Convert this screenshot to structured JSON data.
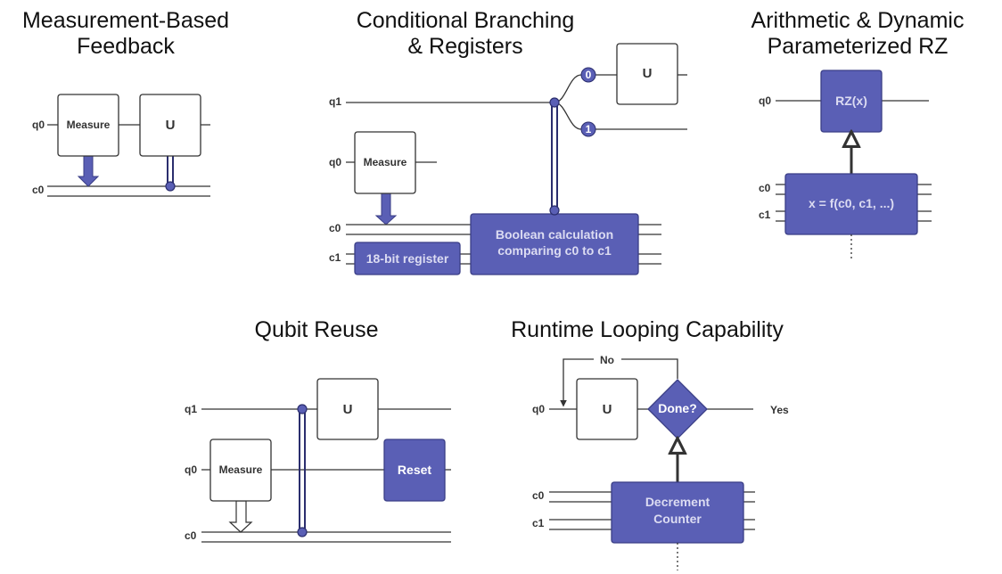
{
  "colors": {
    "accent": "#5a5fb5",
    "wire": "#333333",
    "background": "#ffffff"
  },
  "panels": {
    "feedback": {
      "title_line1": "Measurement-Based",
      "title_line2": "Feedback",
      "wire_q0": "q0",
      "wire_c0": "c0",
      "measure": "Measure",
      "gate_u": "U"
    },
    "branching": {
      "title_line1": "Conditional Branching",
      "title_line2": "& Registers",
      "wire_q1": "q1",
      "wire_q0": "q0",
      "wire_c0": "c0",
      "wire_c1": "c1",
      "measure": "Measure",
      "gate_u": "U",
      "branch_0": "0",
      "branch_1": "1",
      "register": "18-bit register",
      "boolean_line1": "Boolean calculation",
      "boolean_line2": "comparing c0 to c1"
    },
    "arithmetic": {
      "title_line1": "Arithmetic & Dynamic",
      "title_line2": "Parameterized RZ",
      "wire_q0": "q0",
      "wire_c0": "c0",
      "wire_c1": "c1",
      "gate_rz": "RZ(x)",
      "function": "x = f(c0, c1, ...)"
    },
    "reuse": {
      "title": "Qubit Reuse",
      "wire_q1": "q1",
      "wire_q0": "q0",
      "wire_c0": "c0",
      "gate_u": "U",
      "measure": "Measure",
      "reset": "Reset"
    },
    "looping": {
      "title": "Runtime Looping Capability",
      "loop_no": "No",
      "wire_q0": "q0",
      "gate_u": "U",
      "decision": "Done?",
      "exit_yes": "Yes",
      "wire_c0": "c0",
      "wire_c1": "c1",
      "counter_line1": "Decrement",
      "counter_line2": "Counter"
    }
  }
}
